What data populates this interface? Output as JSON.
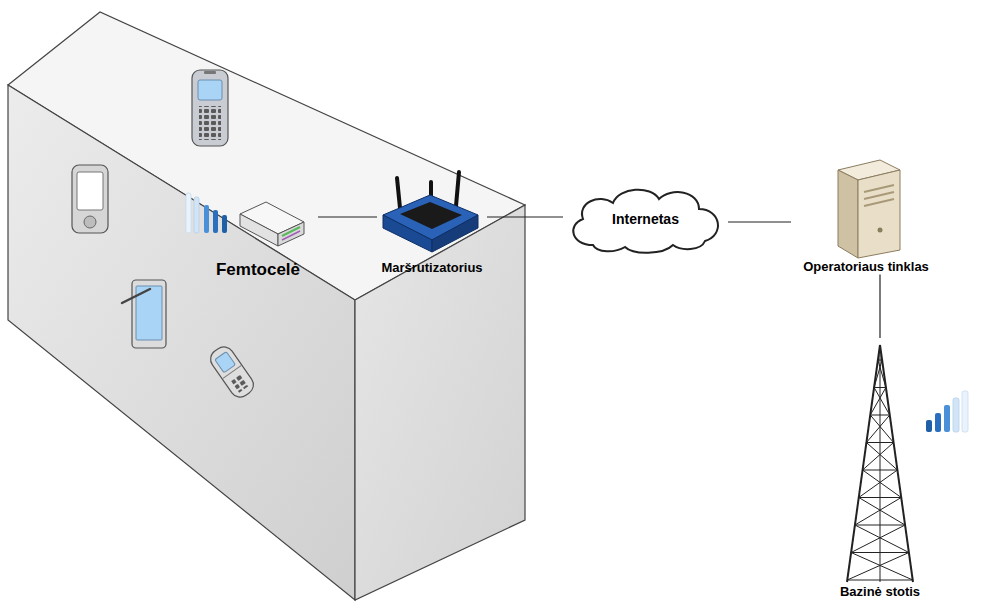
{
  "diagram": {
    "nodes": [
      {
        "text": [
          "Femtocelė"
        ]
      },
      {
        "text": [
          "Maršrutizatorius"
        ]
      },
      {
        "text": [
          "Internetas"
        ]
      },
      {
        "text": [
          "Operatoriaus tinklas"
        ]
      },
      {
        "text": [
          "Bazinė stotis"
        ]
      }
    ],
    "edges": [
      {
        "from": 0,
        "to": 1,
        "arrow": "none"
      },
      {
        "from": 1,
        "to": 2,
        "arrow": "none"
      },
      {
        "from": 2,
        "to": 3,
        "arrow": "none"
      },
      {
        "from": 3,
        "to": 4,
        "arrow": "none"
      }
    ]
  }
}
